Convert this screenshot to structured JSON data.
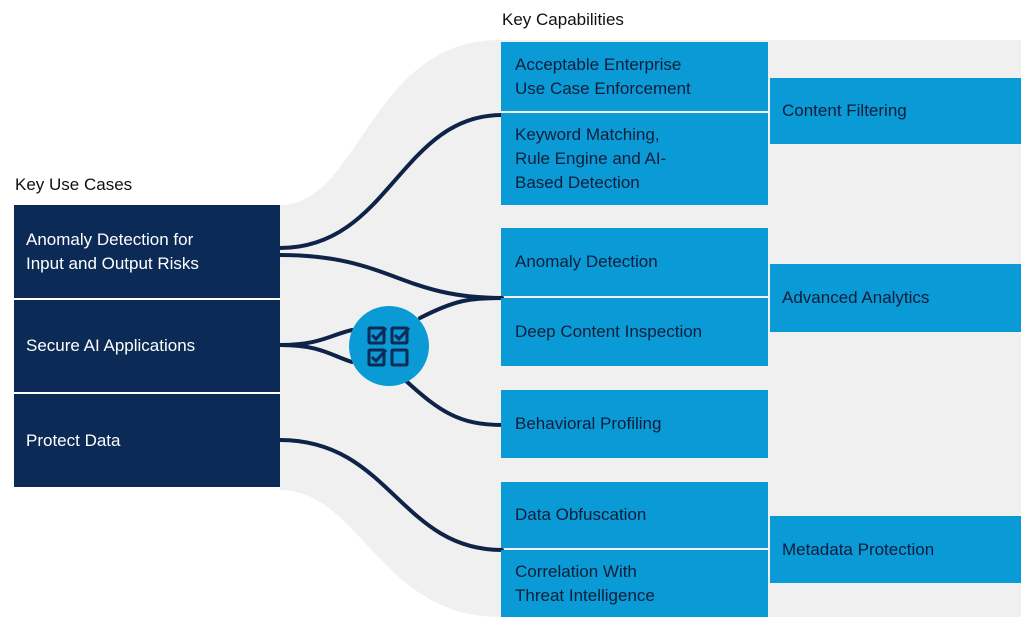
{
  "headings": {
    "use_cases": "Key Use Cases",
    "capabilities": "Key Capabilities"
  },
  "use_cases": [
    "Anomaly Detection for\nInput and Output Risks",
    "Secure AI Applications",
    "Protect Data"
  ],
  "capabilities": [
    "Acceptable Enterprise\nUse Case Enforcement",
    "Keyword Matching,\nRule Engine and AI-\nBased Detection",
    "Anomaly Detection",
    "Deep Content Inspection",
    "Behavioral Profiling",
    "Data Obfuscation",
    "Correlation With\nThreat Intelligence"
  ],
  "groups": [
    "Content Filtering",
    "Advanced Analytics",
    "Metadata Protection"
  ],
  "colors": {
    "dark_navy": "#0b2a55",
    "accent_blue": "#0a9ad6",
    "background_shape": "#f0f0f0",
    "connector": "#0e2347"
  },
  "icons": {
    "hub": "checklist-icon"
  }
}
